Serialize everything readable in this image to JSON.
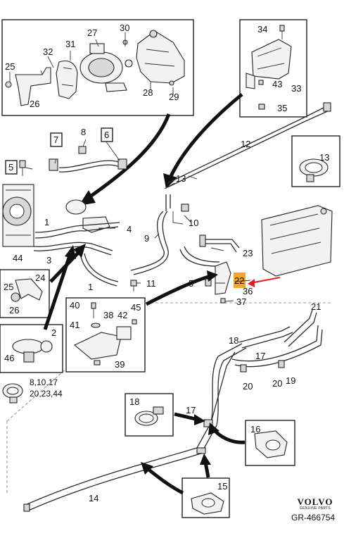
{
  "diagram": {
    "callouts": {
      "c25a": "25",
      "c32": "32",
      "c31": "31",
      "c27": "27",
      "c30": "30",
      "c26top": "26",
      "c28": "28",
      "c29": "29",
      "c34": "34",
      "c43": "43",
      "c33": "33",
      "c35": "35",
      "c7": "7",
      "c8": "8",
      "c6": "6",
      "c5a": "5",
      "c12": "12",
      "c13a": "13",
      "c13b": "13",
      "c4": "4",
      "c1a": "1",
      "c44": "44",
      "c3": "3",
      "c9": "9",
      "c10": "10",
      "c1b": "1",
      "c11": "11",
      "c23": "23",
      "c22": "22",
      "c5b": "5",
      "c36": "36",
      "c37": "37",
      "c25b": "25",
      "c24": "24",
      "c26": "26",
      "c40": "40",
      "c38": "38",
      "c42": "42",
      "c45": "45",
      "c41": "41",
      "c39": "39",
      "c2": "2",
      "c46": "46",
      "c21": "21",
      "c18a": "18",
      "c17a": "17",
      "c20a": "20",
      "c20b": "20",
      "c19": "19",
      "clampList1": "8,10,17",
      "clampList2": "20,23,44",
      "c18b": "18",
      "c17b": "17",
      "c16": "16",
      "c15": "15",
      "c14": "14"
    },
    "highlight": {
      "color": "#f5a623",
      "arrow_color": "#e02020"
    }
  },
  "brand": {
    "name": "VOLVO",
    "sub": "GENUINE PARTS",
    "ref": "GR-466754"
  }
}
